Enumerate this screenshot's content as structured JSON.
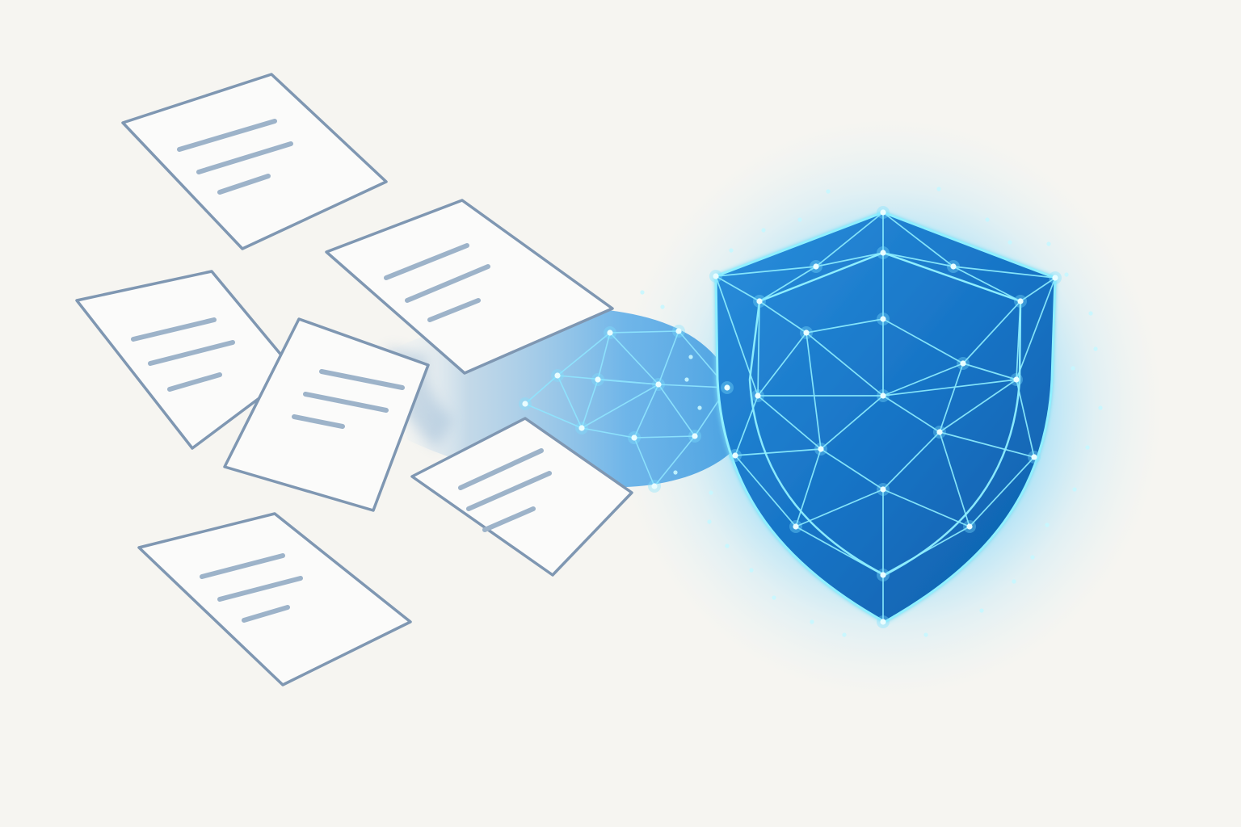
{
  "colors": {
    "background": "#f6f5f1",
    "paper_fill": "#fbfbfa",
    "paper_outline": "#7f97b2",
    "text_line": "#9db3c9",
    "shield_fill": "#1a7fd0",
    "shield_fill_dark": "#0d5ea8",
    "network_line": "#7fe3ff",
    "node_glow": "#d9fbff",
    "halo": "#3fc3ff"
  },
  "icons": {
    "documents": "document-icon",
    "stream": "data-stream",
    "shield": "shield-icon",
    "network": "polygon-mesh"
  },
  "documents": [
    {
      "id": "doc-1",
      "text_lines": 3
    },
    {
      "id": "doc-2",
      "text_lines": 3
    },
    {
      "id": "doc-3",
      "text_lines": 3
    },
    {
      "id": "doc-4",
      "text_lines": 3
    },
    {
      "id": "doc-5",
      "text_lines": 3
    },
    {
      "id": "doc-6",
      "text_lines": 3
    }
  ]
}
